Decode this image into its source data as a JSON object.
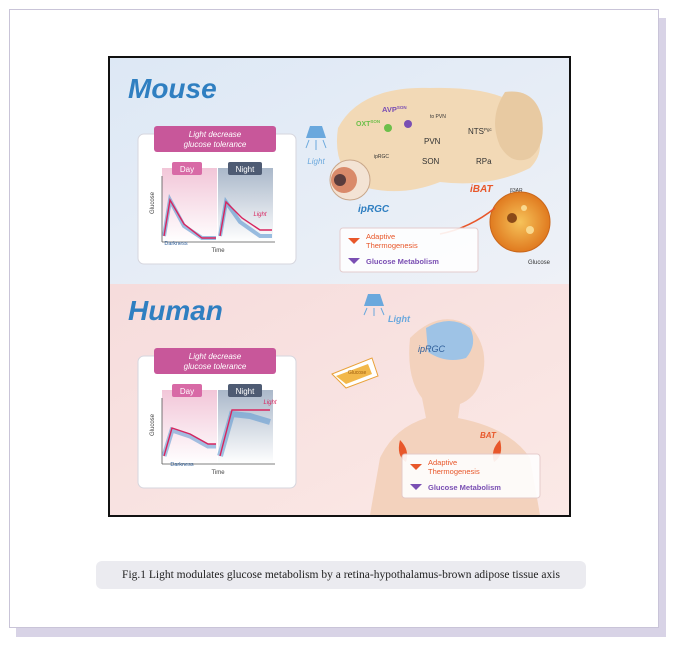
{
  "figure": {
    "mouse": {
      "heading": "Mouse",
      "inset": {
        "title_line1": "Light decrease",
        "title_line2": "glucose tolerance",
        "day_label": "Day",
        "night_label": "Night",
        "ylabel": "Glucose",
        "xlabel": "Time",
        "light_label": "Light",
        "darkness_label": "Darkness"
      },
      "light_label": "Light",
      "iprgc_label": "ipRGC",
      "iprgc_small": "ipRGC",
      "avp_label": "AVP",
      "avp_sup": "SON",
      "oxt_label": "OXT",
      "oxt_sup": "SON",
      "to_pvn": "to PVN",
      "pvn": "PVN",
      "son": "SON",
      "nts": "NTS",
      "nts_sup": "Pgc",
      "rpa": "RPa",
      "ibat": "iBAT",
      "b3ar": "β3AR",
      "glucose": "Glucose",
      "legend": {
        "thermogenesis_line1": "Adaptive",
        "thermogenesis_line2": "Thermogenesis",
        "glucose_metabolism": "Glucose Metabolism"
      }
    },
    "human": {
      "heading": "Human",
      "inset": {
        "title_line1": "Light decrease",
        "title_line2": "glucose tolerance",
        "day_label": "Day",
        "night_label": "Night",
        "ylabel": "Glucose",
        "xlabel": "Time",
        "light_label": "Light",
        "darkness_label": "Darkness"
      },
      "light_label": "Light",
      "iprgc_label": "ipRGC",
      "bat_label": "BAT",
      "glucose_cup": "Glucose",
      "legend": {
        "thermogenesis_line1": "Adaptive",
        "thermogenesis_line2": "Thermogenesis",
        "glucose_metabolism": "Glucose Metabolism"
      }
    },
    "colors": {
      "heading_blue": "#2f7fc1",
      "inset_title_bg": "#c8579a",
      "day_tag": "#d86aa6",
      "night_tag": "#4e5b73",
      "curve_red": "#d8245e",
      "curve_blue": "#5a95cf",
      "legend_orange": "#e8572a",
      "legend_purple": "#7a4fb3"
    }
  },
  "caption": "Fig.1 Light modulates glucose metabolism by a retina-hypothalamus-brown adipose tissue axis"
}
